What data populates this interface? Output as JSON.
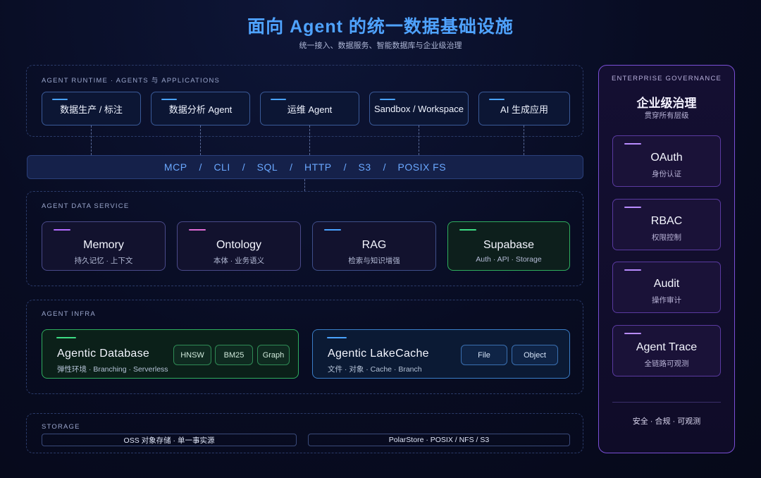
{
  "header": {
    "title": "面向 Agent 的统一数据基础设施",
    "subtitle": "统一接入、数据服务、智能数据库与企业级治理"
  },
  "runtime": {
    "label": "AGENT RUNTIME · AGENTS 与 APPLICATIONS",
    "cards": [
      "数据生产 / 标注",
      "数据分析 Agent",
      "运维 Agent",
      "Sandbox / Workspace",
      "AI 生成应用"
    ]
  },
  "protocols": {
    "items": [
      "MCP",
      "CLI",
      "SQL",
      "HTTP",
      "S3",
      "POSIX FS"
    ],
    "separator": "/"
  },
  "data_service": {
    "label": "AGENT DATA SERVICE",
    "cards": [
      {
        "title": "Memory",
        "subtitle": "持久记忆 · 上下文",
        "accent": "#b36bff"
      },
      {
        "title": "Ontology",
        "subtitle": "本体 · 业务语义",
        "accent": "#e06bd6"
      },
      {
        "title": "RAG",
        "subtitle": "检索与知识增强",
        "accent": "#4aa3ff"
      },
      {
        "title": "Supabase",
        "subtitle": "Auth · API · Storage",
        "accent": "#3ddc84"
      }
    ]
  },
  "infra": {
    "label": "AGENT INFRA",
    "database": {
      "title": "Agentic Database",
      "subtitle": "弹性环境 · Branching · Serverless",
      "chips": [
        "HNSW",
        "BM25",
        "Graph"
      ]
    },
    "lakecache": {
      "title": "Agentic LakeCache",
      "subtitle": "文件 · 对象 · Cache · Branch",
      "chips": [
        "File",
        "Object"
      ]
    }
  },
  "storage": {
    "label": "STORAGE",
    "items": [
      "OSS 对象存储 · 单一事实源",
      "PolarStore · POSIX / NFS / S3"
    ]
  },
  "governance": {
    "label": "ENTERPRISE GOVERNANCE",
    "title": "企业级治理",
    "subtitle": "贯穿所有层级",
    "cards": [
      {
        "title": "OAuth",
        "subtitle": "身份认证"
      },
      {
        "title": "RBAC",
        "subtitle": "权限控制"
      },
      {
        "title": "Audit",
        "subtitle": "操作审计"
      },
      {
        "title": "Agent Trace",
        "subtitle": "全链路可观测"
      }
    ],
    "footer": "安全 · 合规 · 可观测"
  },
  "colors": {
    "title": "#4fa3ff",
    "protocol_text": "#6aa8ff",
    "governance_border": "#7a4fd6",
    "database_border": "#2fae5e",
    "lakecache_border": "#3a7ec8"
  }
}
